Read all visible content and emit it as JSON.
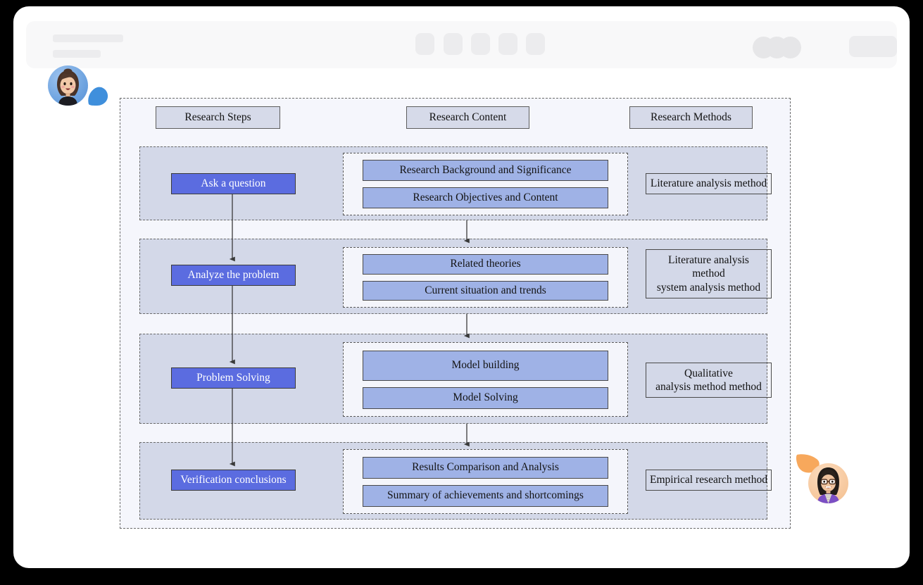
{
  "window": {
    "background_color": "#000000",
    "surface_color": "#ffffff"
  },
  "toolbar": {
    "name": "skeleton-toolbar",
    "background_color": "#f8f8f9",
    "placeholder_color": "#ececee",
    "title_placeholders": 2,
    "tool_buttons": 5,
    "tool_button_x": [
      553,
      593,
      632,
      671,
      710
    ],
    "avatar_stack": 3,
    "avatar_stack_x": [
      1032,
      1051,
      1070
    ],
    "share_button_placeholder": true
  },
  "diagram": {
    "frame_name": "research-framework-diagram",
    "frame_background": "#f5f6fc",
    "row_background": "#d3d8e8",
    "group_background": "#f4f5fb",
    "header_background": "#d6dae9",
    "step_color": "#5b6ce0",
    "content_color": "#9fb2e6",
    "border_color": "#4a4a4a",
    "dash_color": "#6a6a6a",
    "headers": [
      {
        "id": "hdr-steps",
        "label": "Research Steps"
      },
      {
        "id": "hdr-content",
        "label": "Research Content"
      },
      {
        "id": "hdr-methods",
        "label": "Research Methods"
      }
    ],
    "rows": [
      {
        "step": "Ask a question",
        "content": [
          "Research Background and Significance",
          "Research Objectives and Content"
        ],
        "method": "Literature analysis method"
      },
      {
        "step": "Analyze the problem",
        "content": [
          "Related theories",
          "Current situation and trends"
        ],
        "method": "Literature analysis\nmethod\nsystem analysis method"
      },
      {
        "step": "Problem Solving",
        "content": [
          "Model building",
          "Model Solving"
        ],
        "method": "Qualitative\nanalysis method  method"
      },
      {
        "step": "Verification conclusions",
        "content": [
          "Results Comparison and Analysis",
          "Summary of achievements and shortcomings"
        ],
        "method": "Empirical research method"
      }
    ],
    "arrow_color": "#3a3a3a"
  },
  "collaborators": [
    {
      "name": "collaborator-avatar-top-left",
      "cursor_color": "#3f8fdc",
      "cursor_icon": "pointer-triangle-icon"
    },
    {
      "name": "collaborator-avatar-bottom-right",
      "cursor_color": "#f7a85c",
      "cursor_icon": "pointer-triangle-icon"
    }
  ]
}
